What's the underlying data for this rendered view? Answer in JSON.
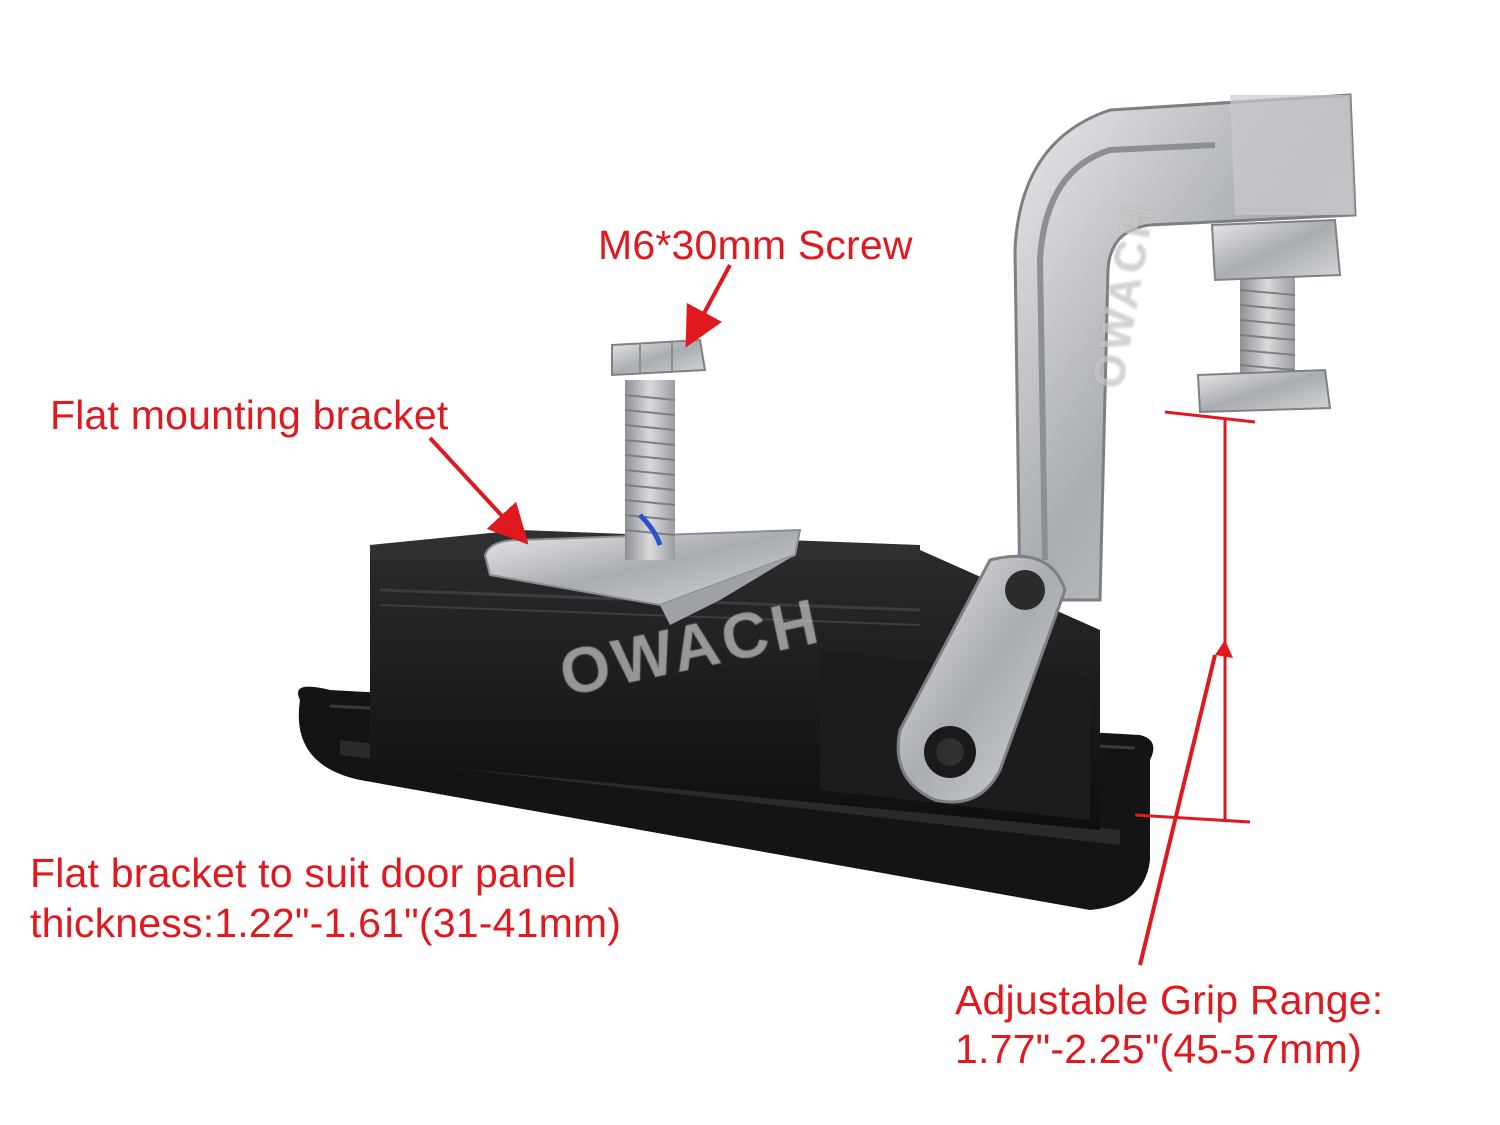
{
  "labels": {
    "screw": "M6*30mm Screw",
    "flat_bracket": "Flat mounting bracket",
    "door_panel_line1": "Flat bracket to suit door panel",
    "door_panel_line2": "thickness:1.22\"-1.61\"(31-41mm)",
    "grip_line1": "Adjustable Grip Range:",
    "grip_line2": "1.77\"-2.25\"(45-57mm)"
  },
  "watermark": "OWACH",
  "colors": {
    "annotation": "#e0191f",
    "background": "#ffffff",
    "latch_body": "#1a1a1c",
    "metal": "#b9bbbe"
  }
}
